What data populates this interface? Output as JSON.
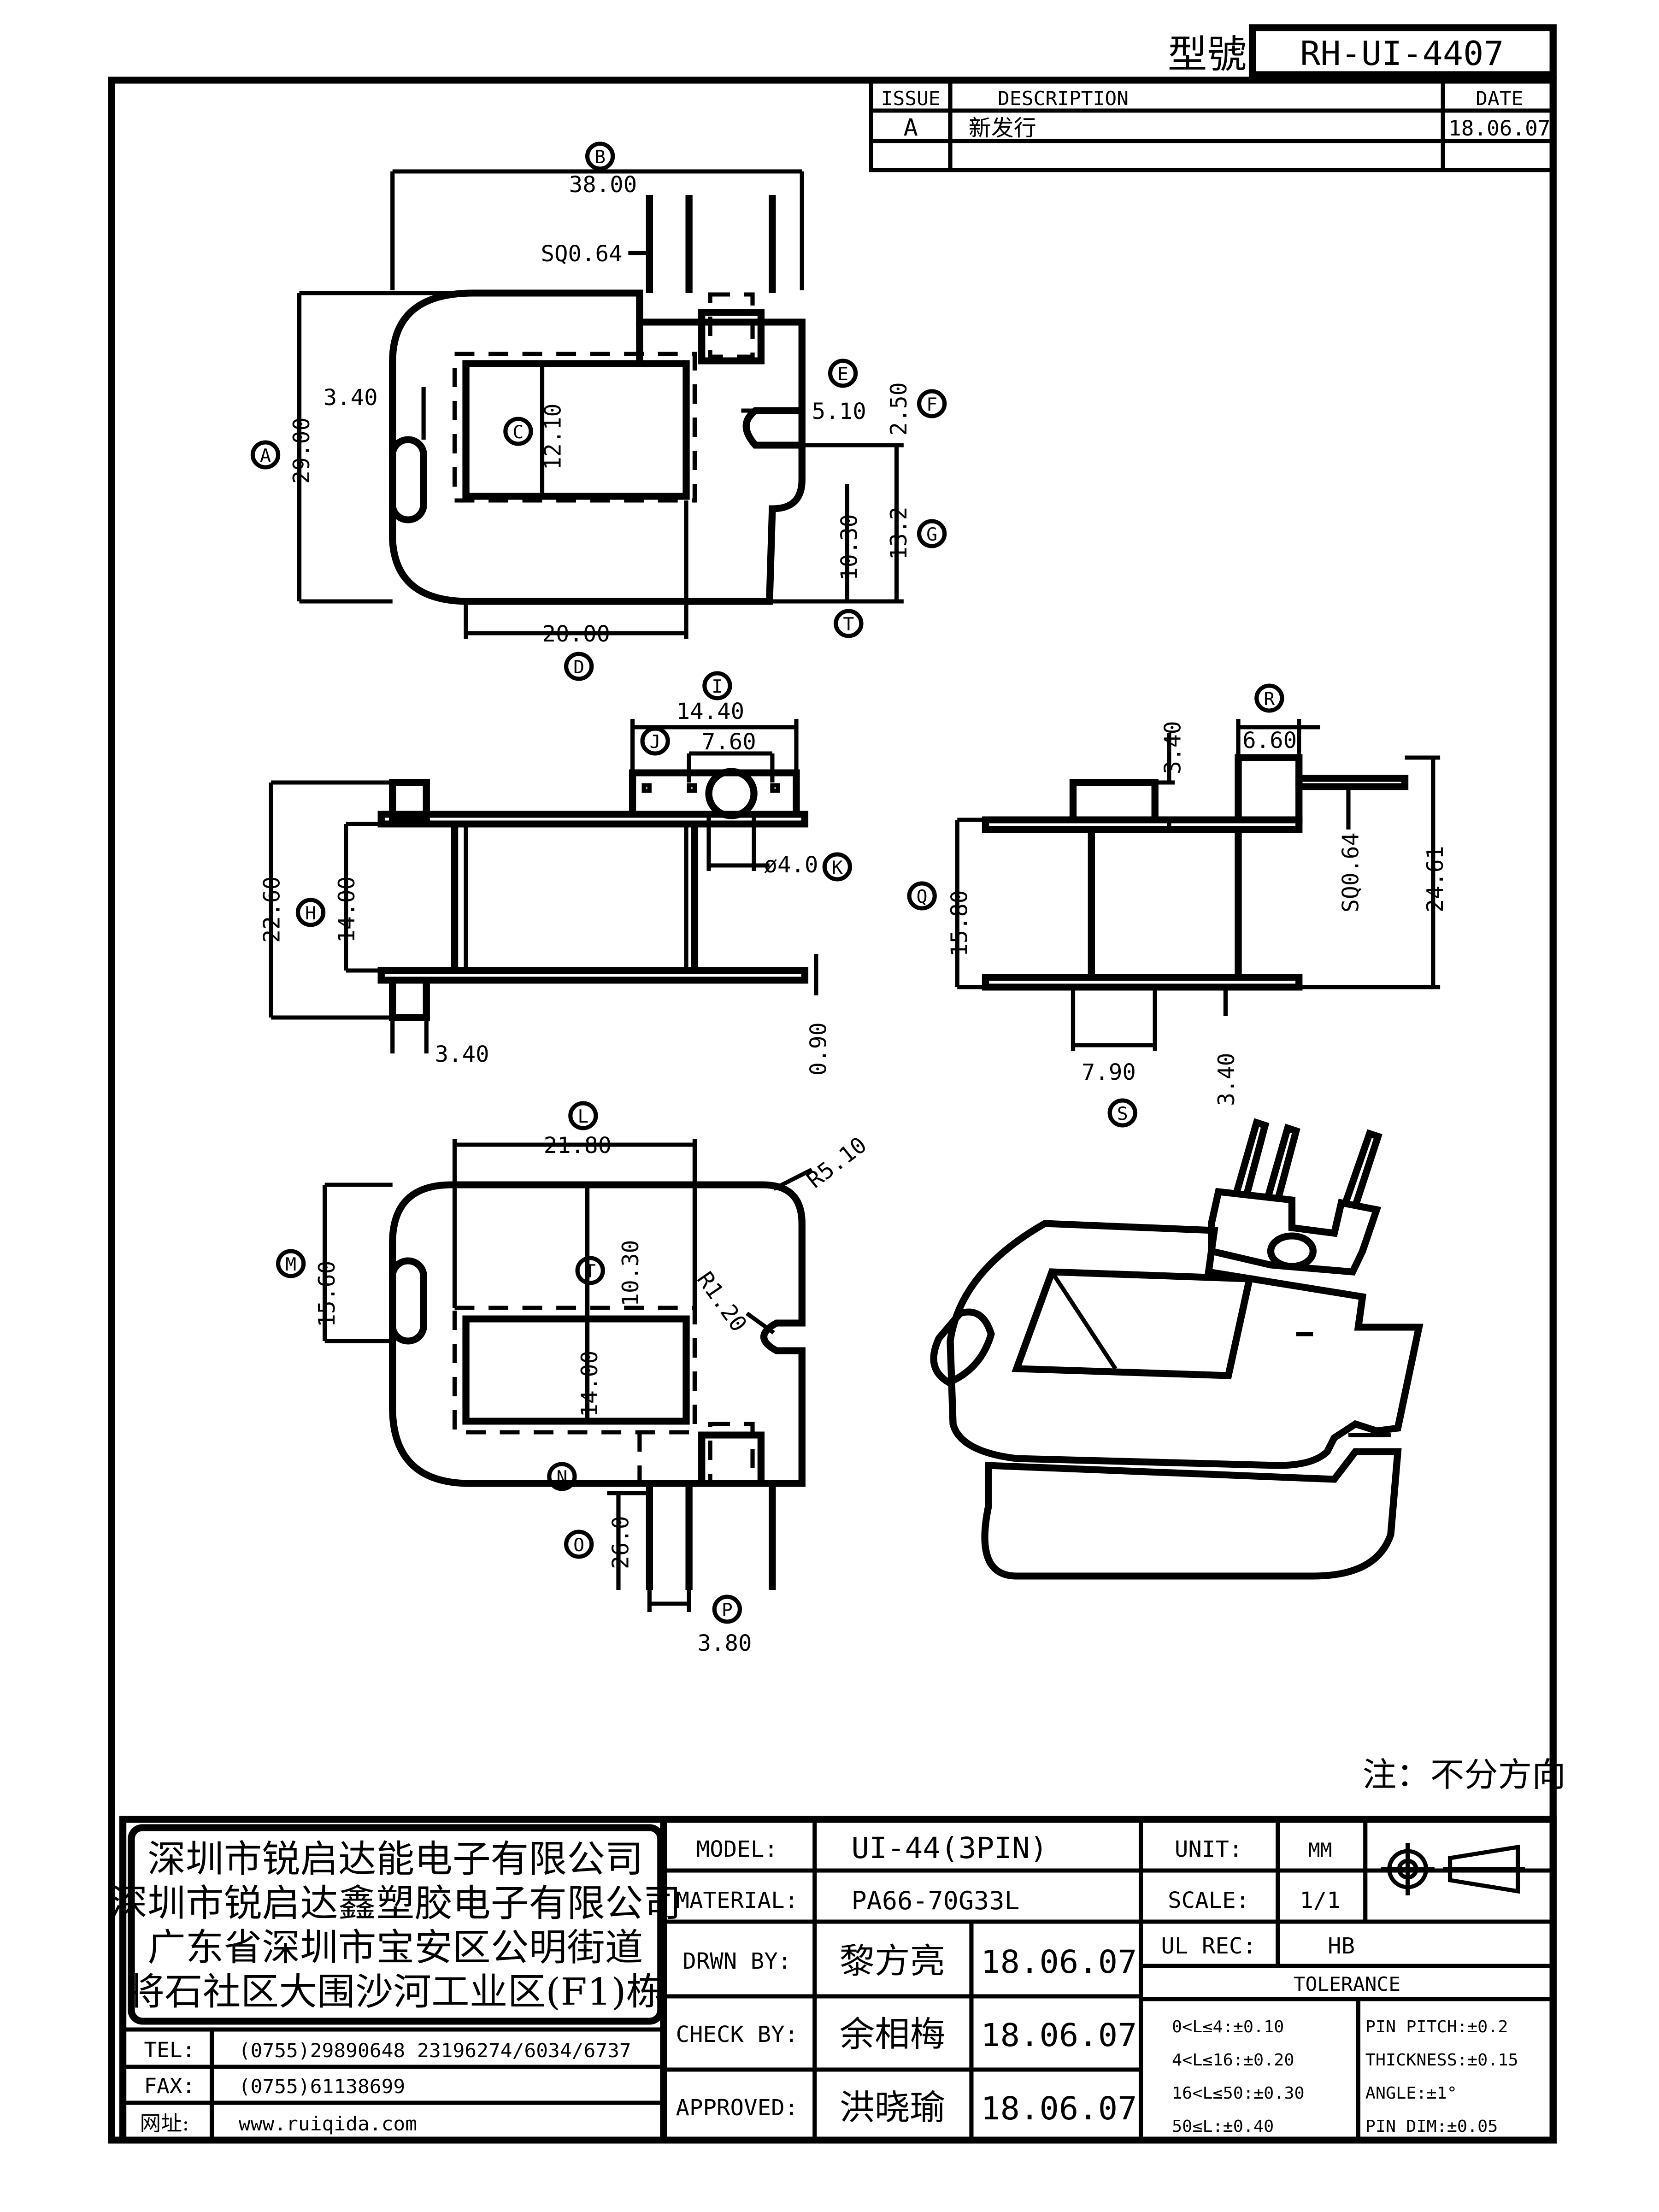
{
  "header": {
    "model_label": "型號",
    "model_no": "RH-UI-4407"
  },
  "revision": {
    "headers": [
      "ISSUE",
      "DESCRIPTION",
      "DATE"
    ],
    "rows": [
      [
        "A",
        "新发行",
        "18.06.07"
      ]
    ]
  },
  "top_view": {
    "letters": [
      "B",
      "A",
      "C",
      "D",
      "E",
      "F",
      "G",
      "T"
    ],
    "dims": [
      "38.00",
      "SQ0.64",
      "3.40",
      "29.00",
      "12.10",
      "5.10",
      "2.50",
      "10.30",
      "13.2",
      "20.00"
    ]
  },
  "front_view": {
    "letters": [
      "I",
      "J",
      "H",
      "K"
    ],
    "dims": [
      "14.40",
      "7.60",
      "22.60",
      "14.00",
      "ø4.0",
      "3.40",
      "0.90"
    ]
  },
  "side_view": {
    "letters": [
      "R",
      "Q",
      "S"
    ],
    "dims": [
      "3.40",
      "6.60",
      "15.80",
      "SQ0.64",
      "24.61",
      "7.90",
      "3.40"
    ]
  },
  "bottom_view": {
    "letters": [
      "L",
      "M",
      "T",
      "N",
      "O",
      "P"
    ],
    "dims": [
      "21.80",
      "R5.10",
      "15.60",
      "10.30",
      "R1.20",
      "14.00",
      "26.0",
      "3.80"
    ]
  },
  "note": "注：不分方向",
  "company": {
    "lines": [
      "深圳市锐启达能电子有限公司",
      "深圳市锐启达鑫塑胶电子有限公司",
      "广东省深圳市宝安区公明街道",
      "将石社区大围沙河工业区(F1)栋"
    ],
    "tel_label": "TEL:",
    "tel": "(0755)29890648   23196274/6034/6737",
    "fax_label": "FAX:",
    "fax": "(0755)61138699",
    "web_label": "网址:",
    "web": "www.ruiqida.com"
  },
  "title_block": {
    "model_label": "MODEL:",
    "model": "UI-44(3PIN)",
    "material_label": "MATERIAL:",
    "material": "PA66-70G33L",
    "drawn_label": "DRWN BY:",
    "drawn_name": "黎方亮",
    "drawn_date": "18.06.07",
    "check_label": "CHECK BY:",
    "check_name": "余相梅",
    "check_date": "18.06.07",
    "approved_label": "APPROVED:",
    "approved_name": "洪晓瑜",
    "approved_date": "18.06.07",
    "unit_label": "UNIT:",
    "unit": "MM",
    "scale_label": "SCALE:",
    "scale": "1/1",
    "ulrec_label": "UL REC:",
    "ulrec": "HB",
    "tolerance_label": "TOLERANCE",
    "tol_left": [
      "0<L≤4:±0.10",
      "4<L≤16:±0.20",
      "16<L≤50:±0.30",
      "50≤L:±0.40"
    ],
    "tol_right": [
      "PIN PITCH:±0.2",
      "THICKNESS:±0.15",
      "ANGLE:±1°",
      "PIN DIM:±0.05"
    ]
  }
}
